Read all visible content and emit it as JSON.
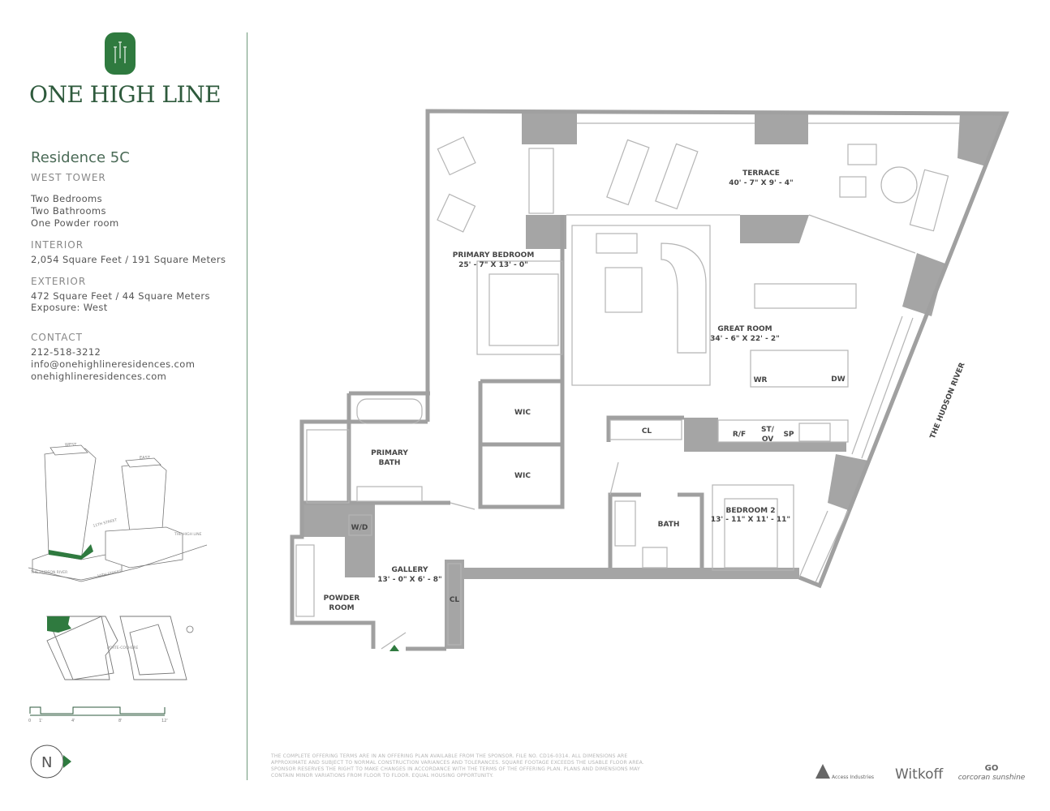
{
  "brand": {
    "name": "ONE HIGH LINE",
    "logo_color": "#2f7a3f"
  },
  "residence": {
    "title": "Residence 5C",
    "tower": "WEST TOWER",
    "features": [
      "Two Bedrooms",
      "Two Bathrooms",
      "One Powder room"
    ],
    "interior_label": "INTERIOR",
    "interior_value": "2,054 Square Feet / 191 Square Meters",
    "exterior_label": "EXTERIOR",
    "exterior_value": "472 Square Feet / 44 Square Meters",
    "exposure": "Exposure: West",
    "contact_label": "CONTACT",
    "phone": "212-518-3212",
    "email": "info@onehighlineresidences.com",
    "website": "onehighlineresidences.com"
  },
  "key_plan": {
    "west": "WEST",
    "east": "EAST",
    "street_north": "11TH STREET",
    "street_south": "10TH STREET",
    "high_line": "THE HIGH LINE",
    "hudson": "THE HUDSON RIVER",
    "porte_cochere": "PORTE-COCHERE",
    "highlight_color": "#2f7a3f"
  },
  "scale": {
    "ticks": [
      "0",
      "1'",
      "4'",
      "8'",
      "12'"
    ]
  },
  "compass": {
    "label": "N"
  },
  "rooms": {
    "terrace": {
      "name": "TERRACE",
      "dims": "40' - 7\" X 9' - 4\""
    },
    "primary_bedroom": {
      "name": "PRIMARY BEDROOM",
      "dims": "25' - 7\" X 13' - 0\""
    },
    "great_room": {
      "name": "GREAT ROOM",
      "dims": "34' - 6\" X 22' - 2\""
    },
    "primary_bath": {
      "name1": "PRIMARY",
      "name2": "BATH"
    },
    "wic1": "WIC",
    "wic2": "WIC",
    "cl1": "CL",
    "cl2": "CL",
    "wr": "WR",
    "dw": "DW",
    "rf": "R/F",
    "stov1": "ST/",
    "stov2": "OV",
    "sp": "SP",
    "bath": "BATH",
    "bedroom2": {
      "name": "BEDROOM 2",
      "dims": "13' - 11\" X 11' - 11\""
    },
    "wd": "W/D",
    "gallery": {
      "name": "GALLERY",
      "dims": "13' - 0\" X 6' - 8\""
    },
    "powder": {
      "name1": "POWDER",
      "name2": "ROOM"
    },
    "hudson_river": "THE HUDSON RIVER"
  },
  "disclaimer": "THE COMPLETE OFFERING TERMS ARE IN AN OFFERING PLAN AVAILABLE FROM THE SPONSOR. FILE NO. CD16-0314. ALL DIMENSIONS ARE APPROXIMATE AND SUBJECT TO NORMAL CONSTRUCTION VARIANCES AND TOLERANCES. SQUARE FOOTAGE EXCEEDS THE USABLE FLOOR AREA. SPONSOR RESERVES THE RIGHT TO MAKE CHANGES IN ACCORDANCE WITH THE TERMS OF THE OFFERING PLAN. PLANS AND DIMENSIONS MAY CONTAIN MINOR VARIATIONS FROM FLOOR TO FLOOR. EQUAL HOUSING OPPORTUNITY.",
  "partners": [
    "Access Industries",
    "Witkoff",
    "corcoran sunshine"
  ]
}
